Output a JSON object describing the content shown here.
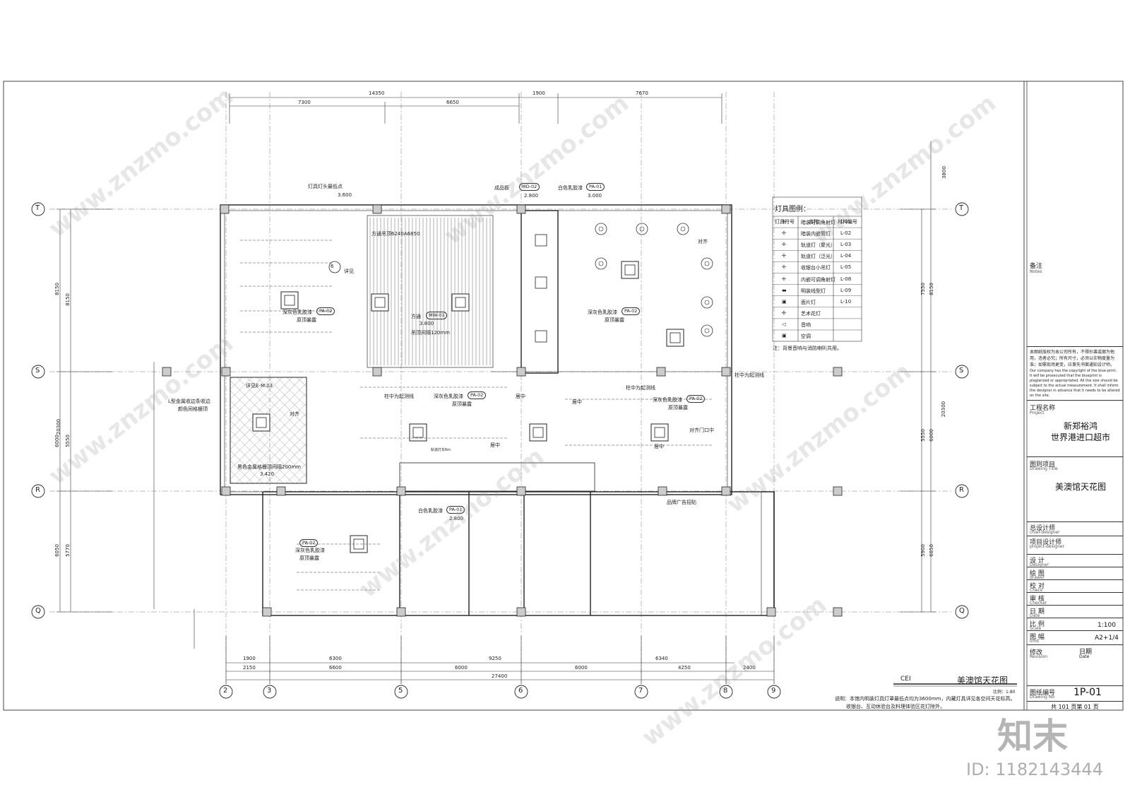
{
  "drawing": {
    "title_block": {
      "notes_label": "备注",
      "notes_sub": "Notes",
      "copyright_cn": "本图纸版权为本公司所有，不得抄袭或挪为他用，违者必究；所有尺寸，必须以实物度量为准；如需现场更变，应事先书面通知设计师。",
      "copyright_en": "Our company has the copyright of the blue-print. It will be prosecuted that the blueprint is plagiarized or appropriated. All the size should be subject to the actual measurement. It shall inform the designer in advance that it needs to be altered on the site.",
      "project_label": "工程名称",
      "project_sub": "Project",
      "project_name_line1": "新郑裕鸿",
      "project_name_line2": "世界港进口超市",
      "drawing_item_label": "图则项目",
      "drawing_item_sub": "Drawing Title",
      "drawing_title": "美澳馆天花图",
      "chief_designer": "总设计师",
      "chief_designer_sub": "chief-designer",
      "project_designer": "项目设计师",
      "project_designer_sub": "project-designer",
      "designer": "设  计",
      "designer_sub": "Designer",
      "drawer": "绘  图",
      "drawer_sub": "drawer",
      "checker": "校  对",
      "checker_sub": "Check",
      "approver": "审  核",
      "approver_sub": "Checker",
      "date": "日  期",
      "date_sub": "Date",
      "scale_label": "比  例",
      "scale_sub": "Scale",
      "scale_value": "1:100",
      "size_label": "图  幅",
      "size_sub": "limit",
      "size_value": "A2+1/4",
      "revision_label": "修改",
      "revision_sub": "Revision",
      "revision_date_label": "日期",
      "revision_date_sub": "Date",
      "sheet_no_label": "图纸编号",
      "sheet_no_sub": "Drawing No",
      "sheet_no": "1P-01",
      "page_count": "共 101 页第 01 页"
    },
    "legend": {
      "title": "灯具图例：",
      "headers": [
        "灯具符号",
        "名称",
        "材料编号"
      ],
      "rows": [
        {
          "name": "暗装可调角射灯",
          "code": "L-01"
        },
        {
          "name": "暗装内嵌筒灯",
          "code": "L-02"
        },
        {
          "name": "轨道灯（聚光）",
          "code": "L-03"
        },
        {
          "name": "轨道灯（泛光）",
          "code": "L-04"
        },
        {
          "name": "收银台小吊灯",
          "code": "L-05"
        },
        {
          "name": "内嵌可调角射灯",
          "code": "L-08"
        },
        {
          "name": "明装线型灯",
          "code": "L-09"
        },
        {
          "name": "面片灯",
          "code": "L-10"
        },
        {
          "name": "艺术花灯",
          "code": ""
        },
        {
          "name": "音响",
          "code": ""
        },
        {
          "name": "空调",
          "code": ""
        }
      ],
      "note": "注：背景音响与消防喇叭共用。"
    },
    "plan_caption": {
      "code": "CEI",
      "title": "美澳馆天花图",
      "scale": "比例：1:80"
    },
    "explanation_line1": "说明：本馆内明装灯具灯罩最低点均为3600mm，内藏灯具详见各空间天花标高。",
    "explanation_line2": "收银台、互动休验台及料理体验区花灯除外。",
    "grid_rows": [
      "T",
      "S",
      "R",
      "Q"
    ],
    "grid_cols": [
      "2",
      "3",
      "5",
      "6",
      "7",
      "8",
      "9"
    ],
    "top_dims": {
      "total_a": "14350",
      "total_b": "1900",
      "total_c": "7670",
      "sub_a": "7300",
      "sub_b": "6650"
    },
    "bottom_dims": {
      "row1": [
        "1900",
        "6300",
        "9250",
        "6340"
      ],
      "row2": [
        "2150",
        "6600",
        "6000",
        "6000",
        "4250",
        "2400"
      ],
      "total": "27400"
    },
    "left_dims": {
      "outer": [
        "8150",
        "20300",
        "6050"
      ],
      "inner": [
        "8150",
        "6000",
        "5550",
        "5770"
      ]
    },
    "right_dims": {
      "outer": [
        "3800",
        "7550",
        "6000",
        "5900"
      ],
      "inner": [
        "8150",
        "20300",
        "5550",
        "6050"
      ]
    },
    "annotations": {
      "lamp_lowest": "灯具灯头最低点",
      "lamp_lowest_h": "3.600",
      "finished_panel": "成品板",
      "md02": "MD-02",
      "h2800a": "2.800",
      "white_latex": "白色乳胶漆",
      "pa01": "PA-01",
      "h3000": "3.000",
      "square_tube": "方通吊顶6240A6850",
      "dark_grey_latex": "深灰色乳胶漆",
      "pa02": "PA-02",
      "original_top": "原顶暴露",
      "square_tube_b": "方通",
      "mw01": "MW-01",
      "h3800": "3.800",
      "tube_spacing": "吊顶间隔120mm",
      "detail_ref": "详见",
      "align": "对齐",
      "column_center": "柱中为起测线",
      "centered": "居中",
      "align_door": "对齐门口中",
      "l_metal": "L型金属收边条收边",
      "l_metal_b": "颜色同格栅顶",
      "detail_m03": "详见E-M.03",
      "black_grid": "黑色金属格栅顶间隔200mm",
      "h3420": "3.420",
      "brand_ad": "品牌广告招贴",
      "h2800b": "2.800",
      "track": "轨道灯长6m",
      "d6": "6"
    },
    "watermark": "www.znzmo.com",
    "brand_cn": "知末",
    "id_text": "ID: 1182143444"
  }
}
